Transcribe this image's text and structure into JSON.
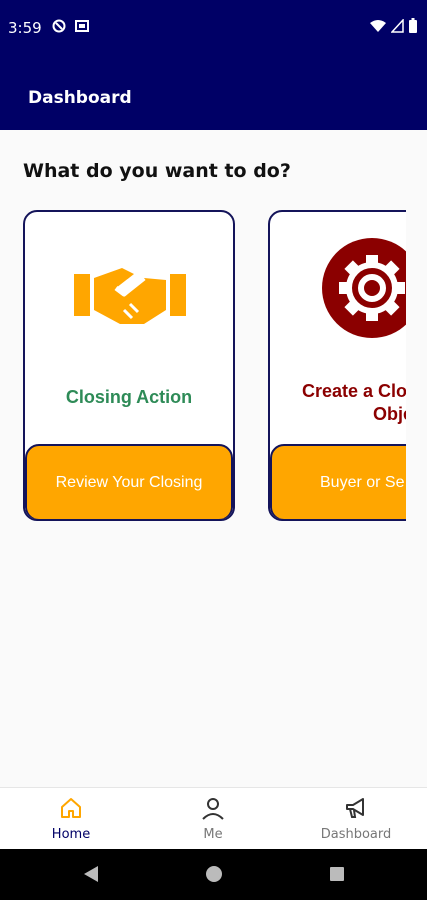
{
  "status_bar": {
    "time": "3:59"
  },
  "app_bar": {
    "title": "Dashboard"
  },
  "main": {
    "prompt": "What do you want to do?",
    "cards": [
      {
        "title": "Closing Action",
        "action_label": "Review Your Closing",
        "icon": "handshake-icon",
        "title_color": "#2e8b57"
      },
      {
        "title_line1": "Create a Clo",
        "title_line2": "Object",
        "action_label": "Buyer or Se",
        "icon": "gear-icon",
        "title_color": "#8b0000"
      }
    ]
  },
  "bottom_nav": {
    "items": [
      {
        "label": "Home",
        "icon": "home-icon",
        "active": true
      },
      {
        "label": "Me",
        "icon": "person-icon",
        "active": false
      },
      {
        "label": "Dashboard",
        "icon": "megaphone-icon",
        "active": false
      }
    ]
  },
  "colors": {
    "brand": "#000066",
    "accent": "#ffa600",
    "green": "#2e8b57",
    "red": "#8b0000"
  }
}
